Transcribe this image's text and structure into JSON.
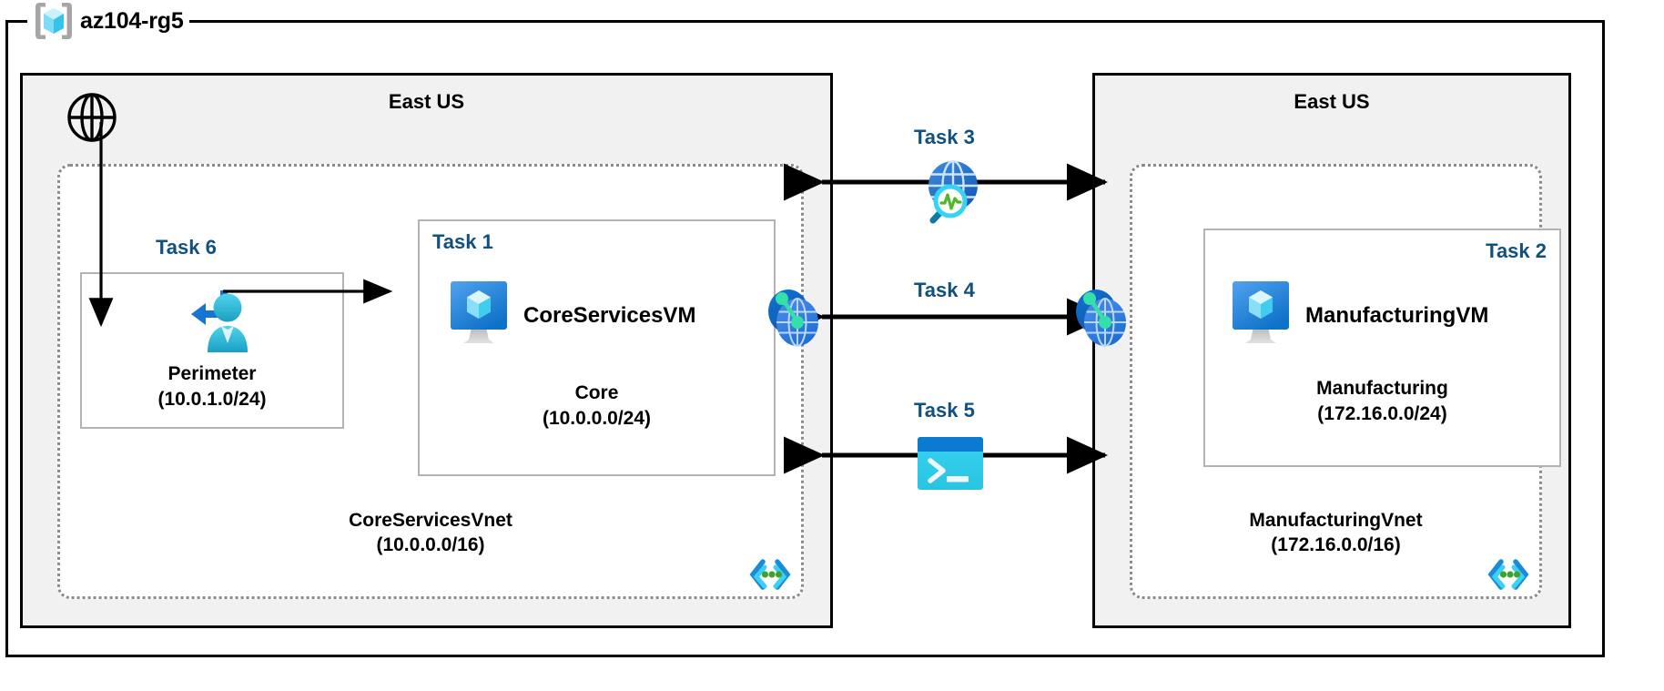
{
  "resource_group": {
    "name": "az104-rg5",
    "icon": "resource-group-cube-icon"
  },
  "regions": [
    {
      "id": "left",
      "label": "East US"
    },
    {
      "id": "right",
      "label": "East US"
    }
  ],
  "vnets": [
    {
      "id": "core",
      "name": "CoreServicesVnet",
      "cidr": "(10.0.0.0/16)",
      "label": "CoreServicesVnet\n(10.0.0.0/16)",
      "corner_icon": "subnet-brackets-icon"
    },
    {
      "id": "manufacturing",
      "name": "ManufacturingVnet",
      "cidr": "(172.16.0.0/16)",
      "label": "ManufacturingVnet\n(172.16.0.0/16)",
      "corner_icon": "subnet-brackets-icon"
    }
  ],
  "subnets": [
    {
      "id": "perimeter",
      "task": "Task 6",
      "name": "Perimeter",
      "cidr": "(10.0.1.0/24)",
      "caption": "Perimeter\n(10.0.1.0/24)",
      "icon": "perimeter-user-icon"
    },
    {
      "id": "core",
      "task": "Task 1",
      "name": "Core",
      "cidr": "(10.0.0.0/24)",
      "caption": "Core\n(10.0.0.0/24)",
      "vm_name": "CoreServicesVM",
      "icon": "virtual-machine-icon"
    },
    {
      "id": "manufacturing",
      "task": "Task 2",
      "name": "Manufacturing",
      "cidr": "(172.16.0.0/24)",
      "caption": "Manufacturing\n(172.16.0.0/24)",
      "vm_name": "ManufacturingVM",
      "icon": "virtual-machine-icon"
    }
  ],
  "connections": [
    {
      "id": "task3",
      "label": "Task 3",
      "icon": "network-watcher-globe-magnifier-icon",
      "direction": "bidirectional"
    },
    {
      "id": "task4",
      "label": "Task 4",
      "icon": "vnet-peering-icon",
      "direction": "bidirectional"
    },
    {
      "id": "task5",
      "label": "Task 5",
      "icon": "cloud-shell-terminal-icon",
      "direction": "bidirectional"
    }
  ],
  "internet": {
    "icon": "internet-globe-icon",
    "flow": "internet-to-perimeter-arrow"
  },
  "peering_endpoints": [
    {
      "id": "peering-left",
      "icon": "vnet-peering-icon"
    },
    {
      "id": "peering-right",
      "icon": "vnet-peering-icon"
    }
  ],
  "colors": {
    "task_label": "#10517f",
    "region_fill": "#f1f1f1",
    "azure_blue": "#0078d4",
    "cyan": "#32cfef",
    "cube_light": "#b3ecfb",
    "peering_green": "#33d6a6",
    "subnet_green": "#3fa22f",
    "border_black": "#000000",
    "vnet_dotted": "#8a8a8a"
  }
}
